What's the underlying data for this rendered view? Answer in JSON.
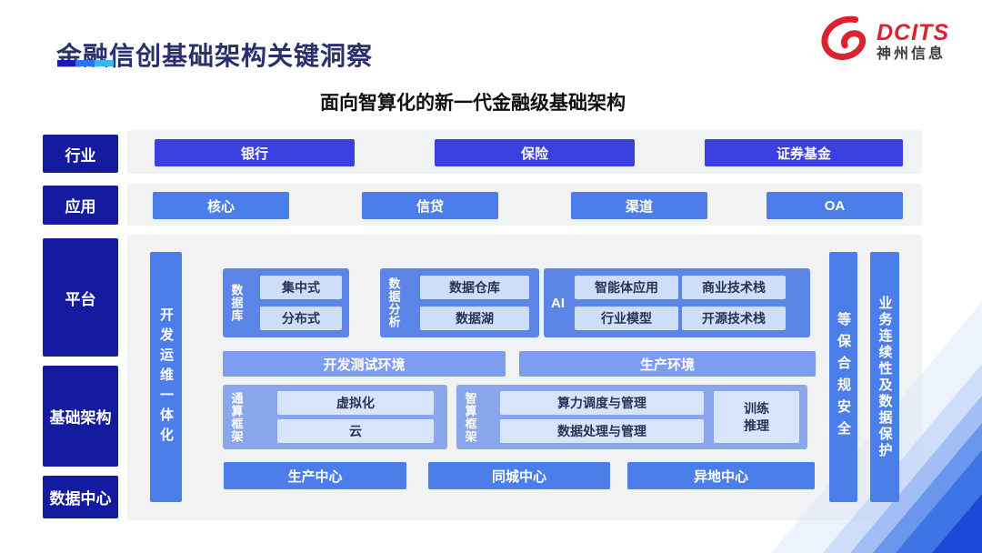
{
  "page": {
    "title": "金融信创基础架构关键洞察",
    "subtitle": "面向智算化的新一代金融级基础架构"
  },
  "logo": {
    "brand": "DCITS",
    "company": "神州信息"
  },
  "side_labels": {
    "industry": "行业",
    "application": "应用",
    "platform": "平台",
    "infrastructure": "基础架构",
    "datacenter": "数据中心"
  },
  "industry_row": {
    "items": [
      "银行",
      "保险",
      "证券基金"
    ]
  },
  "app_row": {
    "items": [
      "核心",
      "信贷",
      "渠道",
      "OA"
    ]
  },
  "platform": {
    "devops_bar": "开发运维一体化",
    "security_bar": "等保合规安全",
    "continuity_bar": "业务连续性及数据保护",
    "database": {
      "label": "数据库",
      "items": [
        "集中式",
        "分布式"
      ]
    },
    "analytics": {
      "label": "数据分析",
      "items": [
        "数据仓库",
        "数据湖"
      ]
    },
    "ai": {
      "label": "AI",
      "items": [
        "智能体应用",
        "商业技术栈",
        "行业模型",
        "开源技术栈"
      ]
    },
    "environments": [
      "开发测试环境",
      "生产环境"
    ],
    "general_framework": {
      "label": "通算框架",
      "items": [
        "虚拟化",
        "云"
      ]
    },
    "intelligent_framework": {
      "label": "智算框架",
      "items": [
        "算力调度与管理",
        "数据处理与管理"
      ],
      "side_item": "训练\n推理"
    },
    "centers": [
      "生产中心",
      "同城中心",
      "异地中心"
    ]
  },
  "colors": {
    "navy_label": "#141b9e",
    "royal_button": "#3b3fe0",
    "cornflower": "#4b7ee9",
    "section_blue": "#5b86e8",
    "env_blue": "#7e9df0",
    "framework_blue": "#8aa7ee",
    "light_box": "#cfdef7",
    "brand_red": "#d9232e",
    "accent_dark": "#1d1bad",
    "accent_mid": "#2e74e6",
    "accent_cyan": "#38b7f3"
  }
}
